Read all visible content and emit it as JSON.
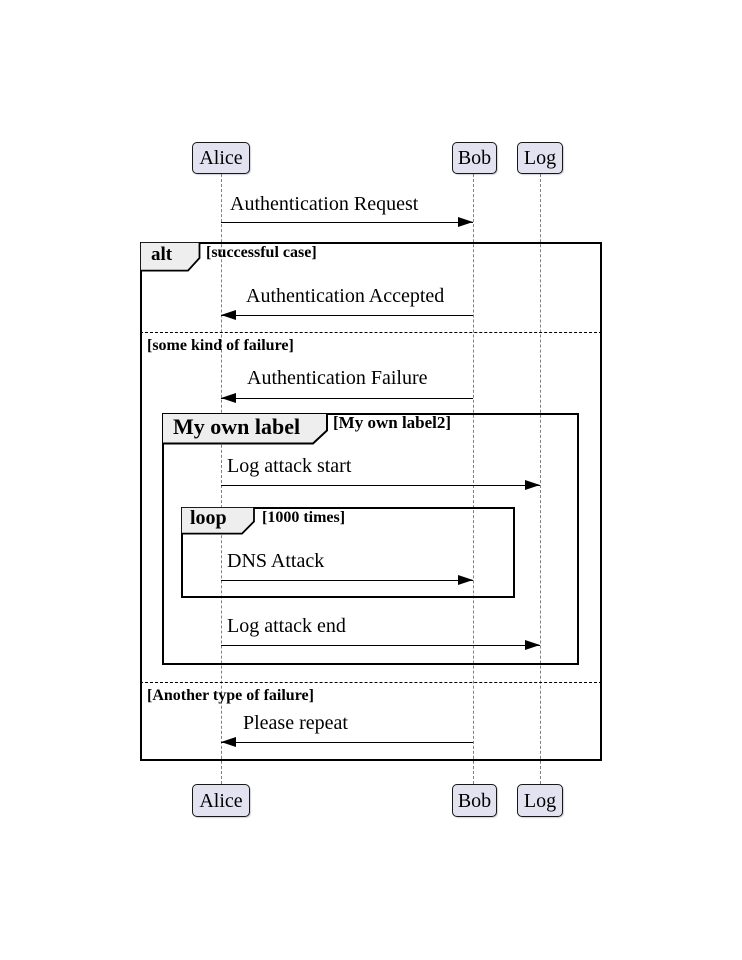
{
  "diagram_type": "sequence-diagram",
  "participants": [
    {
      "name": "Alice"
    },
    {
      "name": "Bob"
    },
    {
      "name": "Log"
    }
  ],
  "messages": [
    {
      "label": "Authentication Request",
      "from": "Alice",
      "to": "Bob",
      "direction": "right"
    },
    {
      "label": "Authentication Accepted",
      "from": "Bob",
      "to": "Alice",
      "direction": "left"
    },
    {
      "label": "Authentication Failure",
      "from": "Bob",
      "to": "Alice",
      "direction": "left"
    },
    {
      "label": "Log attack start",
      "from": "Alice",
      "to": "Log",
      "direction": "right"
    },
    {
      "label": "DNS Attack",
      "from": "Alice",
      "to": "Bob",
      "direction": "right"
    },
    {
      "label": "Log attack end",
      "from": "Alice",
      "to": "Log",
      "direction": "right"
    },
    {
      "label": "Please repeat",
      "from": "Bob",
      "to": "Alice",
      "direction": "left"
    }
  ],
  "frames": {
    "alt": {
      "operator": "alt",
      "guard": "[successful case]"
    },
    "alt_else_1": {
      "guard": "[some kind of failure]"
    },
    "custom": {
      "operator": "My own label",
      "guard": "[My own label2]"
    },
    "loop": {
      "operator": "loop",
      "guard": "[1000 times]"
    },
    "alt_else_2": {
      "guard": "[Another type of failure]"
    }
  },
  "colors": {
    "participant_fill": "#E2E2F0",
    "participant_border": "#181818",
    "frame_label_fill": "#EEEEEE",
    "frame_border": "#000000",
    "lifeline": "#808080",
    "message": "#000000",
    "background": "#FFFFFF"
  }
}
